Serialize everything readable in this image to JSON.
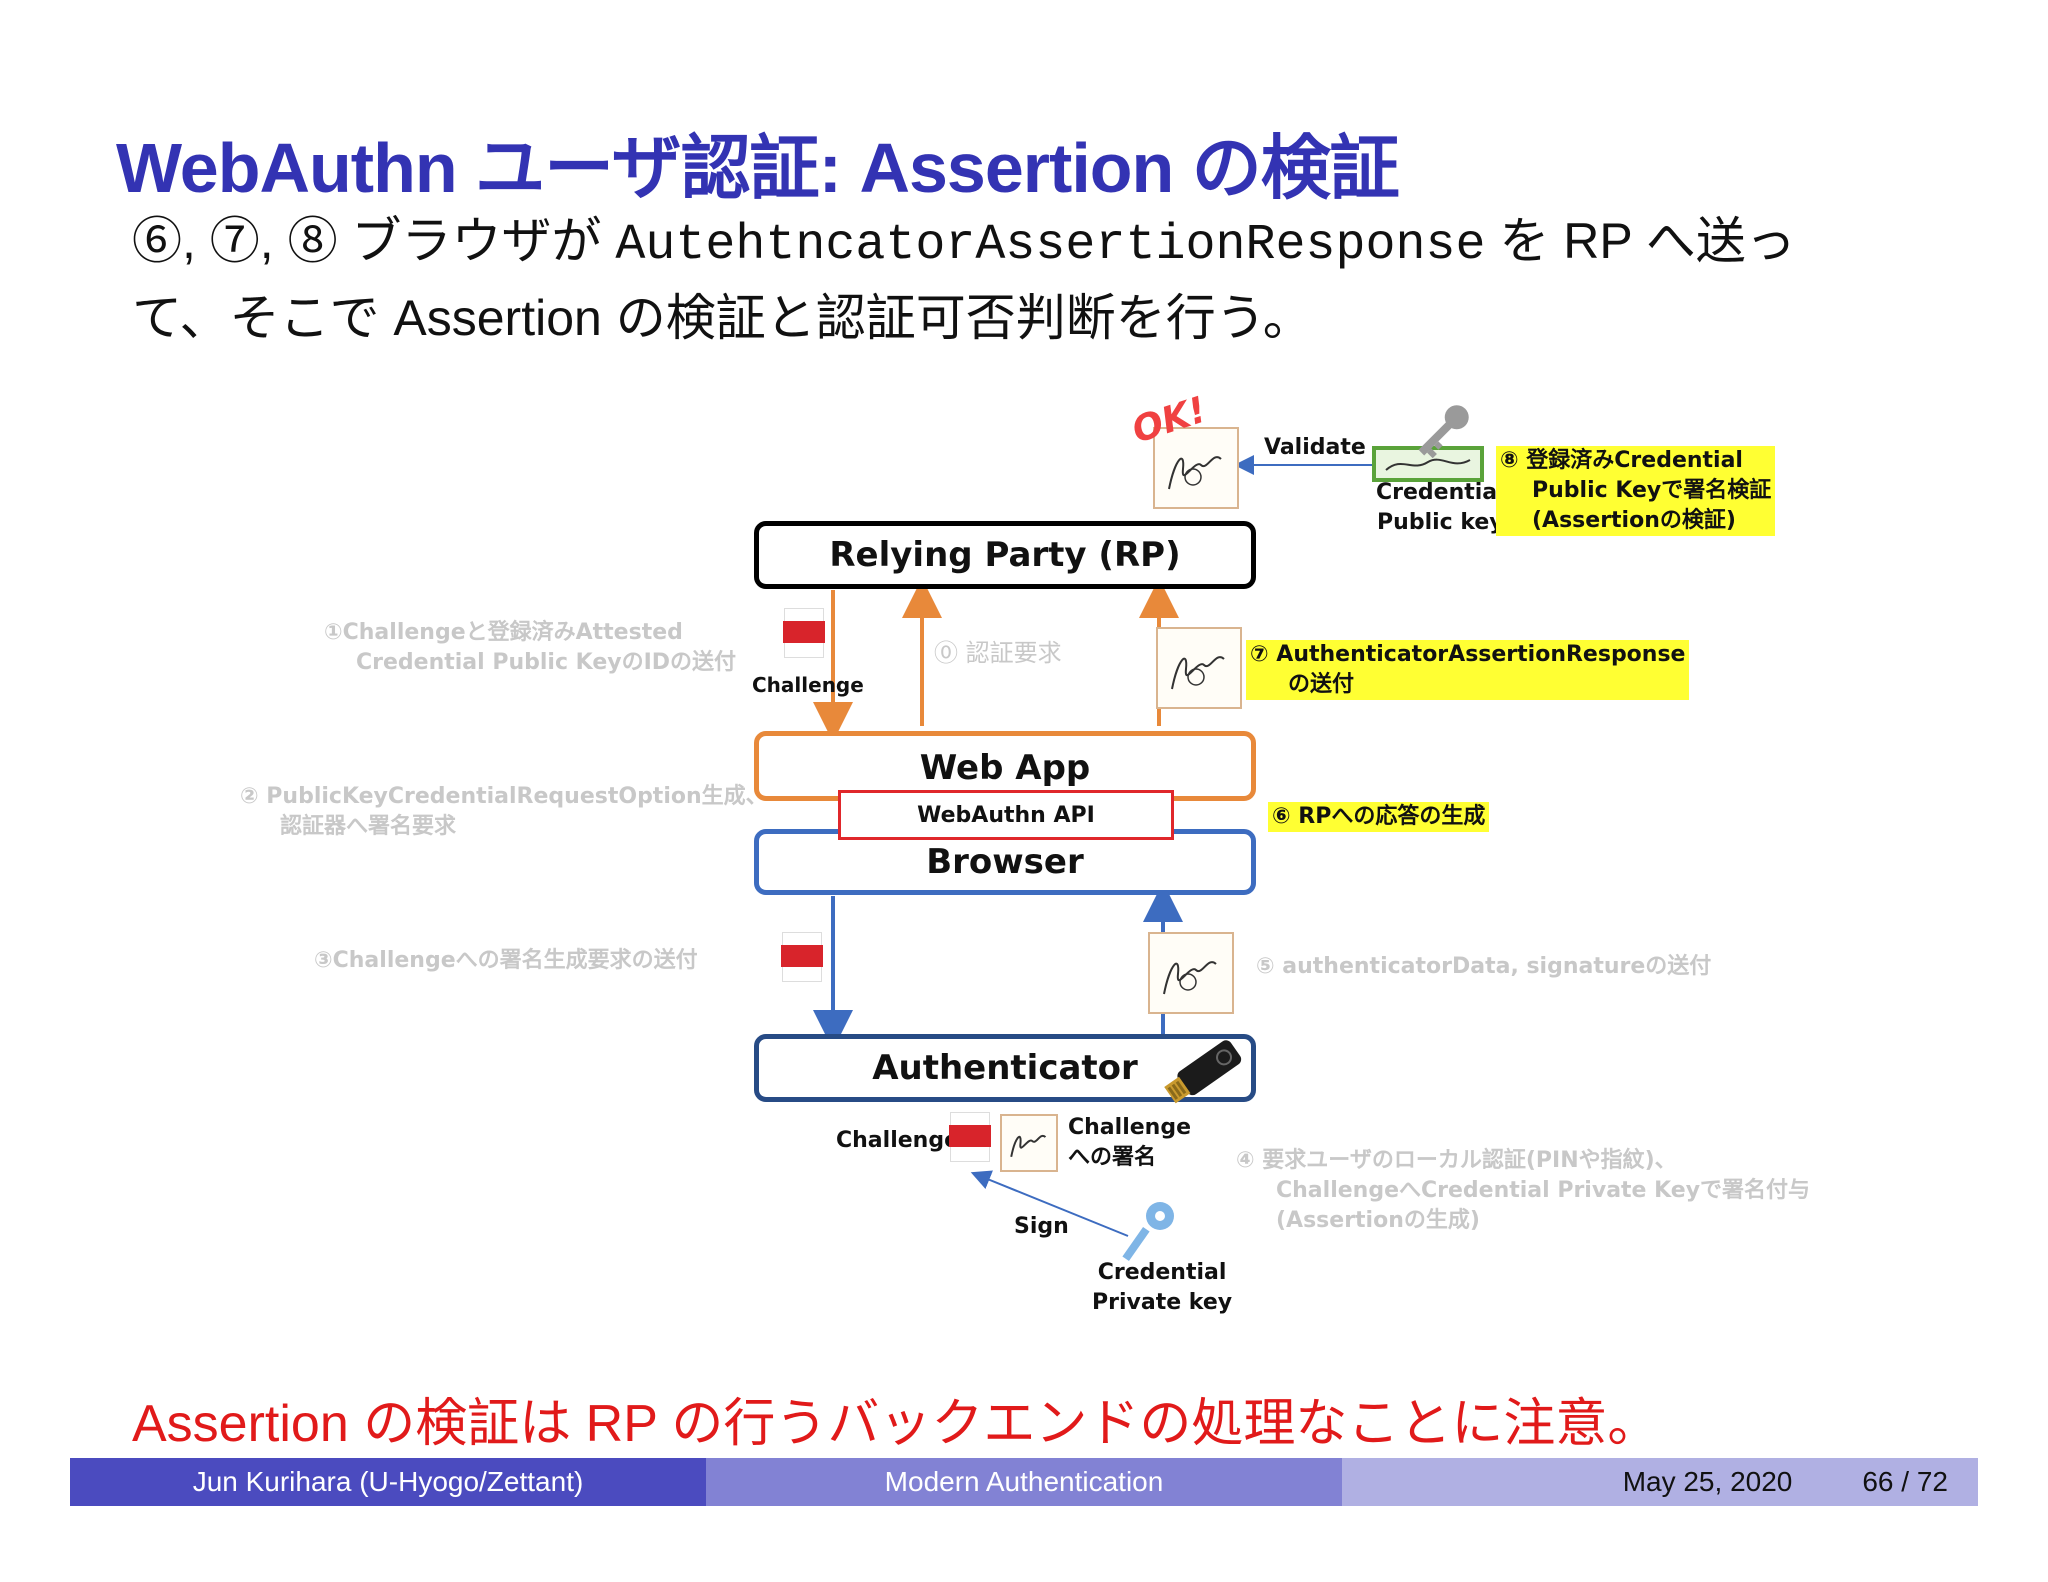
{
  "title": "WebAuthn ユーザ認証: Assertion の検証",
  "intro": {
    "line1_prefix": "⑥, ⑦, ⑧ ブラウザが ",
    "line1_code": "AutehtncatorAssertionResponse",
    "line1_suffix": " を RP へ送っ",
    "line2": "て、そこで Assertion の検証と認証可否判断を行う。"
  },
  "diagram": {
    "rp_box": "Relying Party (RP)",
    "webapp_box": "Web App",
    "webauthn_api_box": "WebAuthn API",
    "browser_box": "Browser",
    "authenticator_box": "Authenticator",
    "ok_stamp": "OK!",
    "validate_label": "Validate",
    "credential_public_key": [
      "Credential",
      "Public key"
    ],
    "step8": [
      "⑧ 登録済みCredential",
      "Public Keyで署名検証",
      "(Assertionの検証)"
    ],
    "step1": [
      "①Challengeと登録済みAttested",
      "Credential Public KeyのIDの送付"
    ],
    "challenge_label_top": "Challenge",
    "step0": "⓪ 認証要求",
    "step7": [
      "⑦ AuthenticatorAssertionResponse",
      "の送付"
    ],
    "step2": [
      "② PublicKeyCredentialRequestOption生成、",
      "認証器へ署名要求"
    ],
    "step6": "⑥ RPへの応答の生成",
    "step3": "③Challengeへの署名生成要求の送付",
    "step5": "⑤ authenticatorData, signatureの送付",
    "challenge_label_bottom": "Challenge",
    "challenge_sig_label": [
      "Challenge",
      "への署名"
    ],
    "sign_label": "Sign",
    "credential_private_key": [
      "Credential",
      "Private key"
    ],
    "step4": [
      "④ 要求ユーザのローカル認証(PINや指紋)、",
      "ChallengeへCredential Private Keyで署名付与",
      "(Assertionの生成)"
    ]
  },
  "note": "Assertion の検証は RP の行うバックエンドの処理なことに注意。",
  "footer": {
    "author": "Jun Kurihara  (U-Hyogo/Zettant)",
    "talk": "Modern Authentication",
    "date": "May 25, 2020",
    "page": "66 / 72"
  },
  "colors": {
    "title": "#3333b3",
    "note": "#e11a1a",
    "orange": "#e8893a",
    "blue": "#3d6cc0",
    "highlight": "#ffff33"
  }
}
